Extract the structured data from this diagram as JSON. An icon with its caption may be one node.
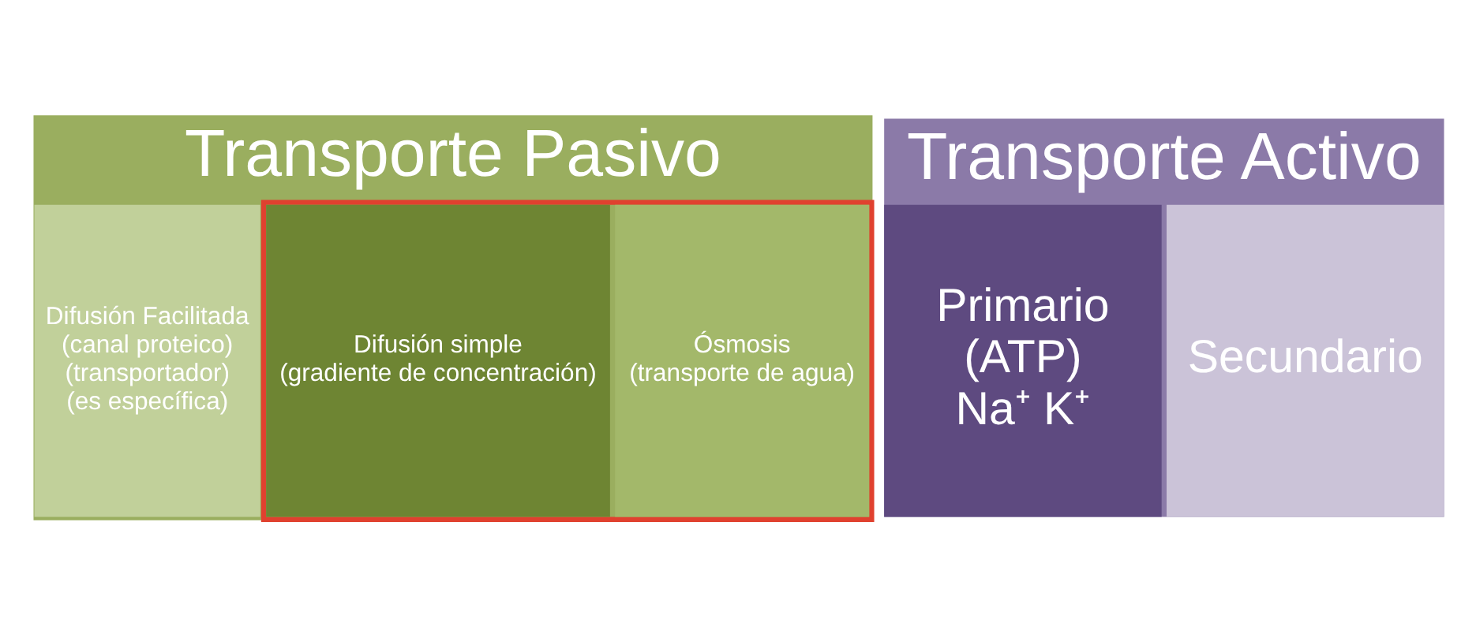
{
  "diagram": {
    "nodes": [
      {
        "text": [
          "Transporte Pasivo"
        ]
      },
      {
        "text": [],
        "shape": "box",
        "in": 0
      },
      {
        "text": [
          "Difusión simple",
          "(gradiente de concentración)"
        ],
        "in": 1
      },
      {
        "text": [
          "Ósmosis",
          "(transporte de agua)"
        ],
        "in": 1
      },
      {
        "text": [
          "Difusión Facilitada",
          "(canal proteico)",
          "(transportador)",
          "(es específica)"
        ],
        "in": 0
      },
      {
        "text": [
          "Transporte Activo"
        ]
      },
      {
        "text": [
          "Primario",
          "(ATP)",
          "Na⁺ K⁺"
        ],
        "in": 5
      },
      {
        "text": [
          "Secundario"
        ],
        "in": 5
      }
    ],
    "edges": []
  }
}
